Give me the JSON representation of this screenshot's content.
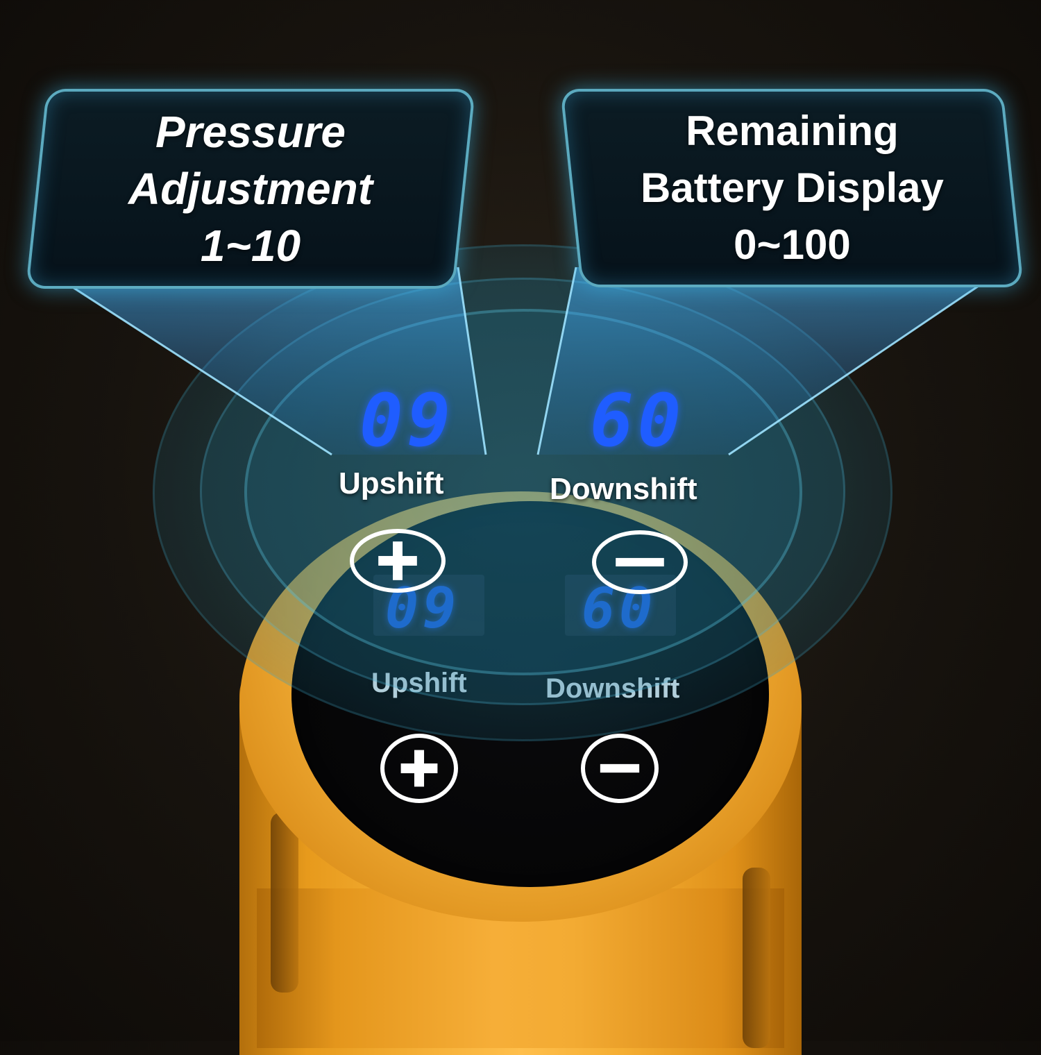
{
  "callouts": {
    "pressure": {
      "line1": "Pressure",
      "line2": "Adjustment",
      "line3": "1~10"
    },
    "battery": {
      "line1": "Remaining",
      "line2": "Battery Display",
      "line3": "0~100"
    }
  },
  "display": {
    "pressure_level": "09",
    "battery_level": "60"
  },
  "controls": {
    "upshift_label": "Upshift",
    "downshift_label": "Downshift",
    "upshift_icon": "plus-icon",
    "downshift_icon": "minus-icon"
  },
  "colors": {
    "device_body": "#f5ae33",
    "segment_digits": "#1f5dff",
    "hologram_glow": "#3cb4e6"
  }
}
